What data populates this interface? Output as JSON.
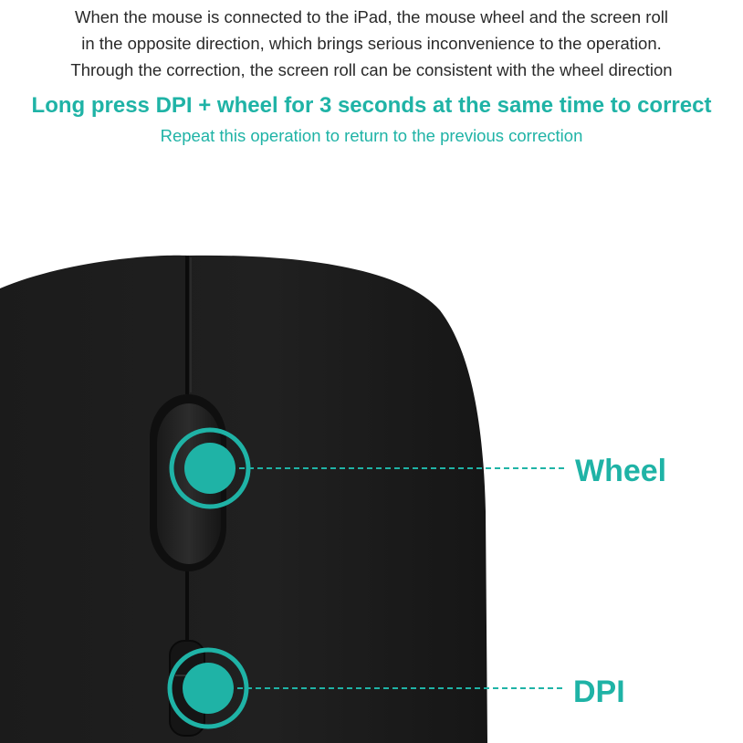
{
  "intro_lines": [
    "When the mouse is connected to the iPad, the mouse wheel and the screen roll",
    "in the opposite direction, which brings serious inconvenience to the operation.",
    "Through the correction, the screen roll can be consistent with the wheel direction"
  ],
  "headline": "Long press DPI + wheel for 3 seconds at the same time to correct",
  "subline": "Repeat this operation to return to the previous correction",
  "callouts": {
    "wheel": "Wheel",
    "dpi": "DPI"
  },
  "colors": {
    "accent": "#1fb3a6",
    "text": "#2a2a2a",
    "mouse_body": "#1c1c1c"
  }
}
